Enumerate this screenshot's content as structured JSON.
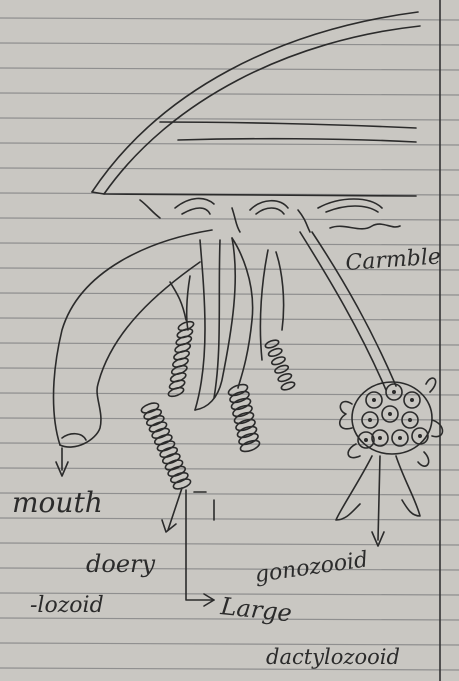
{
  "labels": {
    "carmble": "Carmble",
    "mouth": "mouth",
    "doery": "doery",
    "lozoid": "-lozoid",
    "large": "Large",
    "gonozooid": "gonozooid",
    "dactylozooid": "dactylozooid"
  },
  "colors": {
    "paper": "#c9c7c2",
    "rule": "#8f8f8f",
    "margin": "#333333",
    "ink": "#2b2b2b"
  }
}
